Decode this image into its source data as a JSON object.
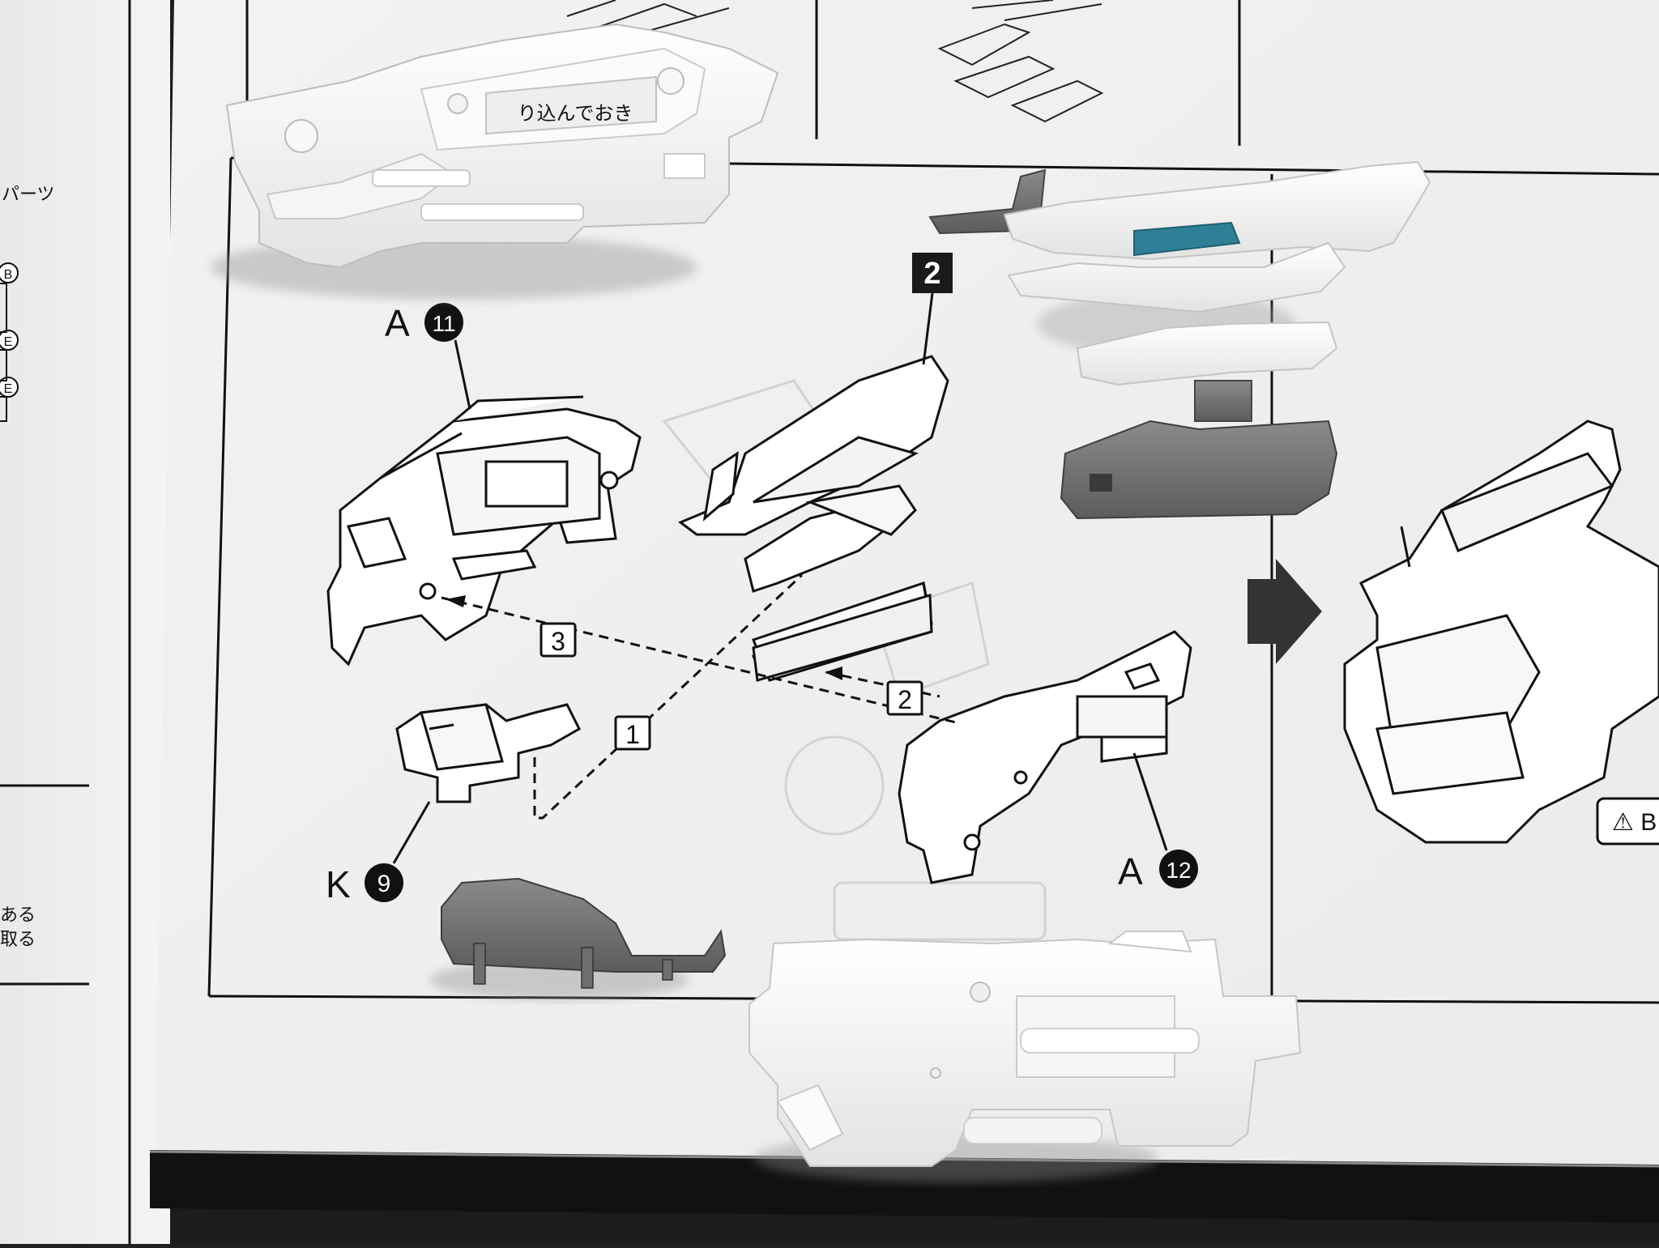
{
  "scene": {
    "description_free": true,
    "left_page": {
      "header_fragment": "パーツ",
      "bullet_labels": [
        "B",
        "E",
        "E"
      ],
      "footer_lines": [
        "ある",
        "取る"
      ]
    },
    "main_step": {
      "step_number": "2",
      "connectors": [
        "1",
        "2",
        "3"
      ],
      "parts": {
        "a11": {
          "letter": "A",
          "number": "11"
        },
        "a12": {
          "letter": "A",
          "number": "12"
        },
        "k9": {
          "letter": "K",
          "number": "9"
        }
      }
    },
    "right_panel": {
      "warning_label": "⚠ B"
    },
    "plastic_piece_text": "り込んでおき"
  }
}
